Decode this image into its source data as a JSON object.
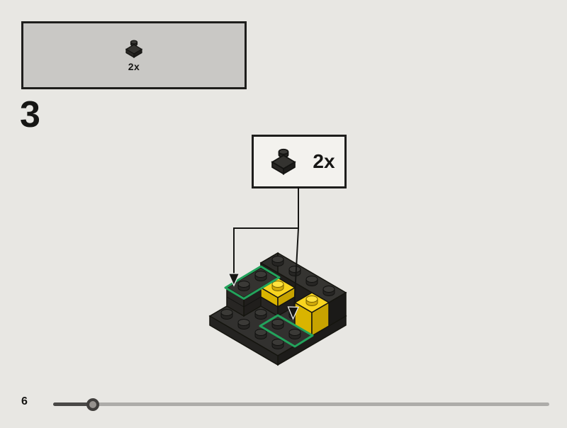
{
  "parts_overview": {
    "quantity_label": "2x",
    "part_icon": "black-1x1-plate-icon"
  },
  "step": {
    "number": "3"
  },
  "step_callout": {
    "quantity_label": "2x",
    "part_icon": "black-1x1-plate-icon"
  },
  "footer": {
    "page_number": "6",
    "progress_percent": 8
  },
  "colors": {
    "page_background": "#e8e7e3",
    "brick_black": "#32312f",
    "brick_yellow": "#f8d41f",
    "highlight_green": "#23a35c",
    "callout_border": "#1e1e1c"
  }
}
